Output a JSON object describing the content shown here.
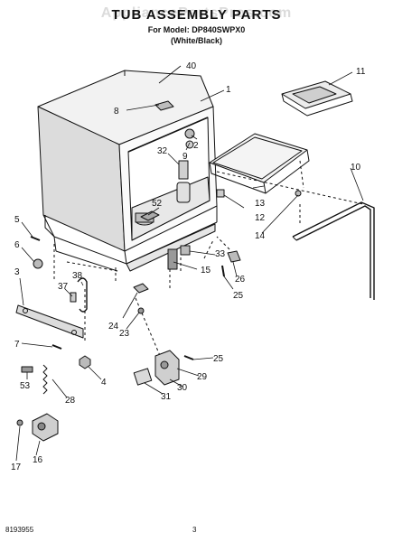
{
  "header": {
    "watermark": "AppliancePartsPros.com",
    "title": "TUB ASSEMBLY PARTS",
    "model": "For Model: DP840SWPX0",
    "color": "(White/Black)"
  },
  "footer": {
    "doc_number": "8193955",
    "page_number": "3"
  },
  "callouts": [
    {
      "id": "c40",
      "text": "40"
    },
    {
      "id": "c1",
      "text": "1"
    },
    {
      "id": "c11",
      "text": "11"
    },
    {
      "id": "c8",
      "text": "8"
    },
    {
      "id": "c9",
      "text": "9"
    },
    {
      "id": "c2",
      "text": "2"
    },
    {
      "id": "c32",
      "text": "32"
    },
    {
      "id": "c10",
      "text": "10"
    },
    {
      "id": "c13",
      "text": "13"
    },
    {
      "id": "c52",
      "text": "52"
    },
    {
      "id": "c12",
      "text": "12"
    },
    {
      "id": "c14",
      "text": "14"
    },
    {
      "id": "c5",
      "text": "5"
    },
    {
      "id": "c6",
      "text": "6"
    },
    {
      "id": "c33",
      "text": "33"
    },
    {
      "id": "c26",
      "text": "26"
    },
    {
      "id": "c15",
      "text": "15"
    },
    {
      "id": "c25a",
      "text": "25"
    },
    {
      "id": "c3",
      "text": "3"
    },
    {
      "id": "c38",
      "text": "38"
    },
    {
      "id": "c37",
      "text": "37"
    },
    {
      "id": "c24",
      "text": "24"
    },
    {
      "id": "c23",
      "text": "23"
    },
    {
      "id": "c7",
      "text": "7"
    },
    {
      "id": "c25b",
      "text": "25"
    },
    {
      "id": "c29",
      "text": "29"
    },
    {
      "id": "c4",
      "text": "4"
    },
    {
      "id": "c53",
      "text": "53"
    },
    {
      "id": "c30",
      "text": "30"
    },
    {
      "id": "c28",
      "text": "28"
    },
    {
      "id": "c31",
      "text": "31"
    },
    {
      "id": "c17",
      "text": "17"
    },
    {
      "id": "c16",
      "text": "16"
    }
  ]
}
